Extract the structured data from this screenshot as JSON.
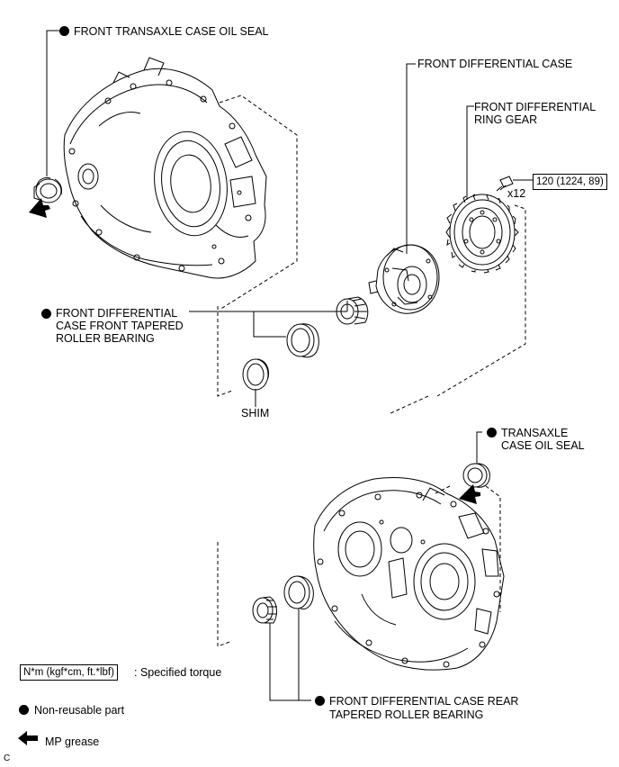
{
  "labels": {
    "front_transaxle_case_oil_seal": "FRONT TRANSAXLE CASE OIL SEAL",
    "front_differential_case": "FRONT DIFFERENTIAL CASE",
    "front_differential_ring_gear_1": "FRONT DIFFERENTIAL",
    "front_differential_ring_gear_2": "RING GEAR",
    "front_bearing_1": "FRONT DIFFERENTIAL",
    "front_bearing_2": "CASE FRONT TAPERED",
    "front_bearing_3": "ROLLER BEARING",
    "shim": "SHIM",
    "transaxle_case_oil_seal_1": "TRANSAXLE",
    "transaxle_case_oil_seal_2": "CASE OIL SEAL",
    "rear_bearing_1": "FRONT DIFFERENTIAL CASE REAR",
    "rear_bearing_2": "TAPERED ROLLER BEARING"
  },
  "torque": {
    "value": "120 (1224, 89)",
    "quantity": "x12"
  },
  "legend": {
    "torque_units": "N*m (kgf*cm, ft.*lbf)",
    "torque_desc": ": Specified torque",
    "non_reusable": "Non-reusable part",
    "mp_grease": "MP grease"
  },
  "corner_mark": "C",
  "icons": {
    "non_reusable": "filled-circle",
    "grease": "thick-arrow"
  },
  "colors": {
    "ink": "#000000",
    "background": "#ffffff"
  }
}
